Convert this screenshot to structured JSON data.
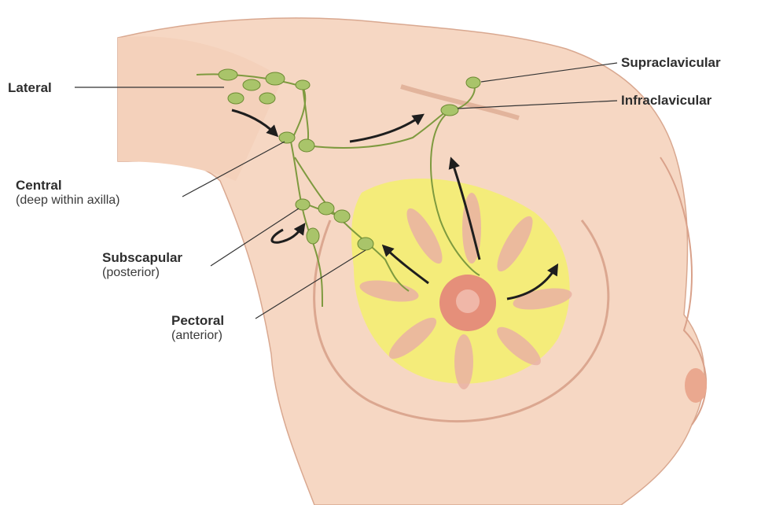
{
  "labels": {
    "lateral": "Lateral",
    "central": "Central",
    "central_sub": "(deep within axilla)",
    "subscapular": "Subscapular",
    "subscapular_sub": "(posterior)",
    "pectoral": "Pectoral",
    "pectoral_sub": "(anterior)",
    "supraclavicular": "Supraclavicular",
    "infraclavicular": "Infraclavicular"
  },
  "colors": {
    "skin": "#f6d7c3",
    "skin_shadow": "#e9b9a0",
    "gland": "#f4ec7a",
    "lobule": "#eab2a4",
    "areola": "#e58f7a",
    "nipple": "#f0b7a8",
    "node": "#a9c46a",
    "vessel": "#7e9a3f",
    "arrow": "#1e1e1e",
    "leader": "#333333"
  },
  "icons": {
    "lymph_node": "green-oval-node",
    "flow_arrow": "curved-black-arrow"
  }
}
